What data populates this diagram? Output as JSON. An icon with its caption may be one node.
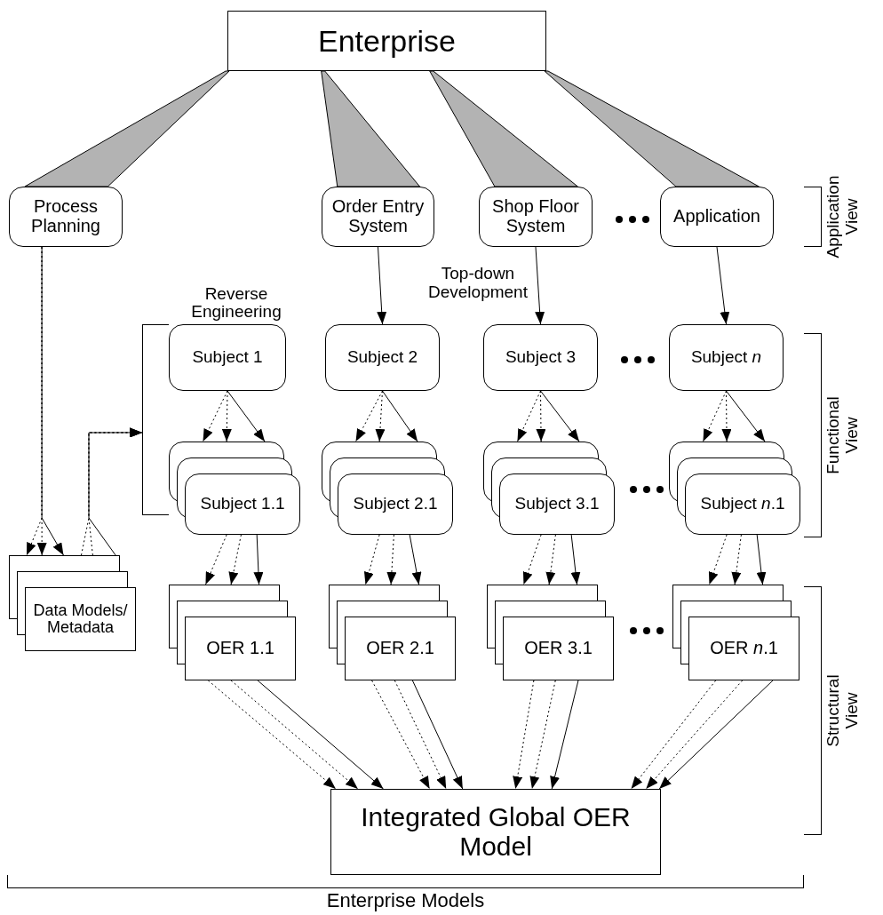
{
  "diagram": {
    "nodes": [
      {
        "text": [
          "Enterprise"
        ]
      },
      {
        "text": [
          "Process Planning"
        ]
      },
      {
        "text": [
          "Order Entry System"
        ]
      },
      {
        "text": [
          "Shop Floor System"
        ]
      },
      {
        "text": [
          "Application"
        ]
      },
      {
        "text": [
          "Subject 1"
        ]
      },
      {
        "text": [
          "Subject 2"
        ]
      },
      {
        "text": [
          "Subject 3"
        ]
      },
      {
        "text": [
          "Subject *n*"
        ]
      },
      {
        "text": [
          "Subject 1.1"
        ]
      },
      {
        "text": [
          "Subject 2.1"
        ]
      },
      {
        "text": [
          "Subject 3.1"
        ]
      },
      {
        "text": [
          "Subject *n*.1"
        ]
      },
      {
        "text": [
          "Data Models/ Metadata"
        ]
      },
      {
        "text": [
          "OER 1.1"
        ]
      },
      {
        "text": [
          "OER 2.1"
        ]
      },
      {
        "text": [
          "OER 3.1"
        ]
      },
      {
        "text": [
          "OER *n*.1"
        ]
      },
      {
        "text": [
          "Integrated Global OER Model"
        ]
      },
      {
        "text": [
          "Reverse Engineering"
        ]
      },
      {
        "text": [
          "Application View"
        ]
      },
      {
        "text": [
          "Functional View"
        ]
      },
      {
        "text": [
          "Structural View"
        ]
      },
      {
        "text": [
          "Enterprise Models"
        ]
      }
    ],
    "edges": [
      {
        "from": 0,
        "to": 1,
        "arrow": "none",
        "style": "thick"
      },
      {
        "from": 0,
        "to": 2,
        "arrow": "none",
        "style": "thick"
      },
      {
        "from": 0,
        "to": 3,
        "arrow": "none",
        "style": "thick"
      },
      {
        "from": 0,
        "to": 4,
        "arrow": "none",
        "style": "thick"
      },
      {
        "from": 2,
        "to": 6,
        "arrow": "to"
      },
      {
        "from": 3,
        "to": 7,
        "arrow": "to"
      },
      {
        "from": 4,
        "to": 8,
        "arrow": "to"
      },
      {
        "from": 5,
        "to": 9,
        "arrow": "to",
        "style": "dashed"
      },
      {
        "from": 5,
        "to": 9,
        "arrow": "to",
        "style": "dashed"
      },
      {
        "from": 5,
        "to": 9,
        "arrow": "to"
      },
      {
        "from": 6,
        "to": 10,
        "arrow": "to",
        "style": "dashed"
      },
      {
        "from": 6,
        "to": 10,
        "arrow": "to",
        "style": "dashed"
      },
      {
        "from": 6,
        "to": 10,
        "arrow": "to"
      },
      {
        "from": 7,
        "to": 11,
        "arrow": "to",
        "style": "dashed"
      },
      {
        "from": 7,
        "to": 11,
        "arrow": "to",
        "style": "dashed"
      },
      {
        "from": 7,
        "to": 11,
        "arrow": "to"
      },
      {
        "from": 8,
        "to": 12,
        "arrow": "to",
        "style": "dashed"
      },
      {
        "from": 8,
        "to": 12,
        "arrow": "to",
        "style": "dashed"
      },
      {
        "from": 8,
        "to": 12,
        "arrow": "to"
      },
      {
        "from": 9,
        "to": 14,
        "arrow": "to",
        "style": "dashed"
      },
      {
        "from": 9,
        "to": 14,
        "arrow": "to",
        "style": "dashed"
      },
      {
        "from": 9,
        "to": 14,
        "arrow": "to"
      },
      {
        "from": 10,
        "to": 15,
        "arrow": "to",
        "style": "dashed"
      },
      {
        "from": 10,
        "to": 15,
        "arrow": "to",
        "style": "dashed"
      },
      {
        "from": 10,
        "to": 15,
        "arrow": "to"
      },
      {
        "from": 11,
        "to": 16,
        "arrow": "to",
        "style": "dashed"
      },
      {
        "from": 11,
        "to": 16,
        "arrow": "to",
        "style": "dashed"
      },
      {
        "from": 11,
        "to": 16,
        "arrow": "to"
      },
      {
        "from": 12,
        "to": 17,
        "arrow": "to",
        "style": "dashed"
      },
      {
        "from": 12,
        "to": 17,
        "arrow": "to",
        "style": "dashed"
      },
      {
        "from": 12,
        "to": 17,
        "arrow": "to"
      },
      {
        "from": 14,
        "to": 18,
        "arrow": "to",
        "style": "dashed"
      },
      {
        "from": 14,
        "to": 18,
        "arrow": "to",
        "style": "dashed"
      },
      {
        "from": 14,
        "to": 18,
        "arrow": "to"
      },
      {
        "from": 15,
        "to": 18,
        "arrow": "to",
        "style": "dashed"
      },
      {
        "from": 15,
        "to": 18,
        "arrow": "to",
        "style": "dashed"
      },
      {
        "from": 15,
        "to": 18,
        "arrow": "to"
      },
      {
        "from": 16,
        "to": 18,
        "arrow": "to",
        "style": "dashed"
      },
      {
        "from": 16,
        "to": 18,
        "arrow": "to",
        "style": "dashed"
      },
      {
        "from": 16,
        "to": 18,
        "arrow": "to"
      },
      {
        "from": 17,
        "to": 18,
        "arrow": "to",
        "style": "dashed"
      },
      {
        "from": 17,
        "to": 18,
        "arrow": "to",
        "style": "dashed"
      },
      {
        "from": 17,
        "to": 18,
        "arrow": "to"
      },
      {
        "from": 1,
        "to": 13,
        "arrow": "to",
        "style": "dashed"
      },
      {
        "from": 1,
        "to": 13,
        "arrow": "to",
        "style": "dashed"
      },
      {
        "from": 1,
        "to": 13,
        "arrow": "to"
      },
      {
        "from": 13,
        "to": 19,
        "arrow": "to",
        "style": "dashed"
      },
      {
        "from": 13,
        "to": 19,
        "arrow": "to",
        "style": "dashed"
      },
      {
        "from": 13,
        "to": 19,
        "arrow": "to"
      }
    ],
    "labels": [
      "Top-down Development"
    ]
  }
}
